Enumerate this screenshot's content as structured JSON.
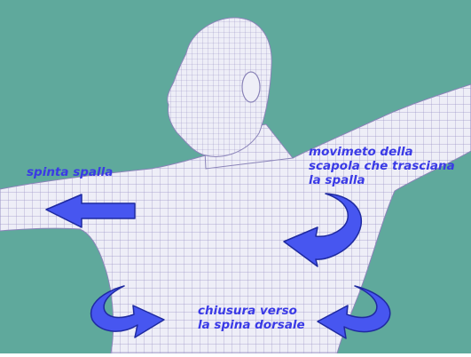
{
  "colors": {
    "background": "#5fa99c",
    "mesh_fill": "#eeeef7",
    "mesh_line": "#9c95c8",
    "mesh_outline": "#8a83b8",
    "arrow_fill": "#4756f0",
    "arrow_stroke": "#1f2aa0",
    "label_color": "#3a3ae6"
  },
  "labels": {
    "push_shoulder": "spinta spalla",
    "scapula_movement": "movimeto della\nscapola che trasciana\nla spalla",
    "closure_spine": "chiusura verso\nla spina dorsale"
  },
  "arrows": {
    "push": "left-pointing straight arrow",
    "scapula": "curved arrow rotating downward-left",
    "closure_left": "curved arrow pointing right toward spine",
    "closure_right": "curved arrow pointing left toward spine"
  }
}
